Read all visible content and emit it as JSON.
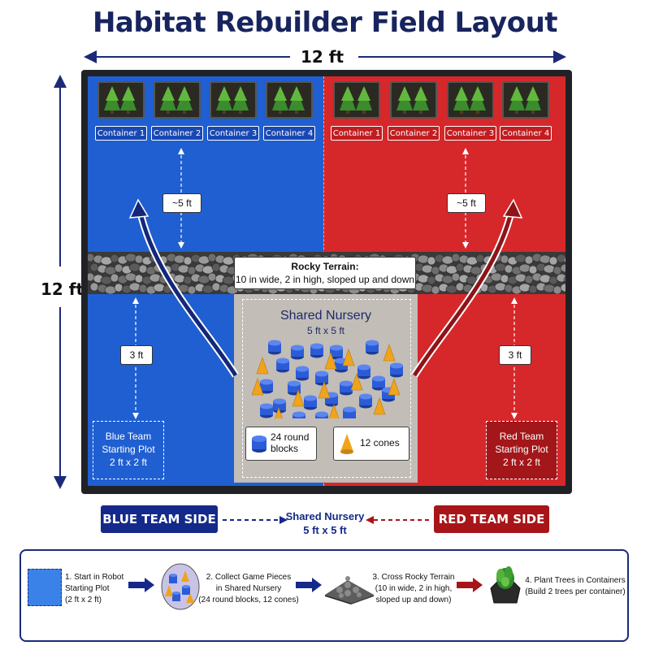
{
  "title": "Habitat Rebuilder Field Layout",
  "dimensions": {
    "width_label": "12 ft",
    "height_label": "12 ft"
  },
  "containers": {
    "blue": [
      "Container 1",
      "Container 2",
      "Container 3",
      "Container 4"
    ],
    "red": [
      "Container 1",
      "Container 2",
      "Container 3",
      "Container 4"
    ]
  },
  "distance_to_containers": "~5 ft",
  "distance_to_terrain": "3 ft",
  "rocky_terrain": {
    "title": "Rocky Terrain:",
    "detail": "10 in wide, 2 in high, sloped up and down"
  },
  "nursery": {
    "title": "Shared Nursery",
    "size": "5 ft x 5 ft",
    "blocks_label": "24 round blocks",
    "cones_label": "12 cones"
  },
  "blue_plot": {
    "line1": "Blue Team",
    "line2": "Starting Plot",
    "line3": "2 ft x 2 ft"
  },
  "red_plot": {
    "line1": "Red Team",
    "line2": "Starting Plot",
    "line3": "2 ft x 2 ft"
  },
  "bottom_bar": {
    "blue_side": "BLUE TEAM SIDE",
    "red_side": "RED TEAM SIDE",
    "center_title": "Shared Nursery",
    "center_size": "5 ft x 5 ft"
  },
  "steps": [
    {
      "l1": "1. Start in Robot",
      "l2": "Starting Plot",
      "l3": "(2 ft x 2 ft)"
    },
    {
      "l1": "2. Collect Game Pieces",
      "l2": "in Shared Nursery",
      "l3": "(24 round blocks, 12 cones)"
    },
    {
      "l1": "3. Cross Rocky Terrain",
      "l2": "(10 in wide, 2 in high,",
      "l3": "sloped up and down)"
    },
    {
      "l1": "4. Plant Trees in Containers",
      "l2": "(Build 2 trees per container)",
      "l3": ""
    }
  ],
  "colors": {
    "blue": "#1f5fd1",
    "red": "#d6282b",
    "navy": "#1b2a78",
    "nursery": "#c2bdb7"
  }
}
